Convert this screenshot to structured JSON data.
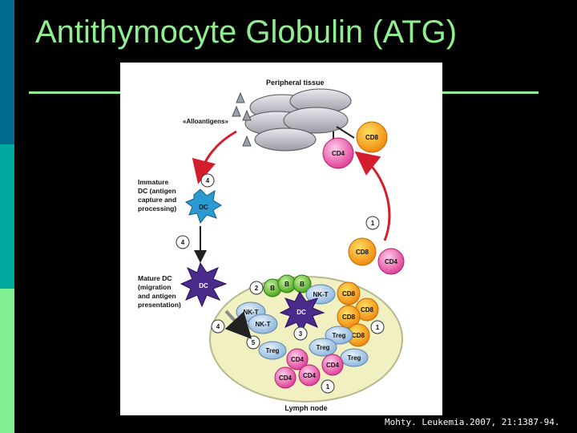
{
  "slide": {
    "title": "Antithymocyte Globulin (ATG)",
    "citation": "Mohty. Leukemia.2007, 21:1387-94."
  },
  "diagram": {
    "peripheral_tissue": "Peripheral tissue",
    "alloantigens": "«Alloantigens»",
    "immature_dc_lines": [
      "Immature",
      "DC (antigen",
      "capture and",
      "processing)"
    ],
    "mature_dc_lines": [
      "Mature DC",
      "(migration",
      "and antigen",
      "presentation)"
    ],
    "lymph_node": "Lymph node",
    "cells": {
      "dc": "DC",
      "cd8": "CD8",
      "cd4": "CD4",
      "nkt": "NK-T",
      "treg": "Treg",
      "b": "B"
    },
    "steps": {
      "one": "1",
      "two": "2",
      "three": "3",
      "four": "4",
      "five": "5"
    },
    "colors": {
      "cd8": "#f39a1e",
      "cd4": "#e8409a",
      "dc": "#4a2a8a",
      "immature_dc": "#2a9bd0",
      "b_cell": "#6cc33c",
      "nkt_treg": "#a9c8e8",
      "lymph_node": "#f0f0c0",
      "arrow": "#d41e2e"
    }
  }
}
